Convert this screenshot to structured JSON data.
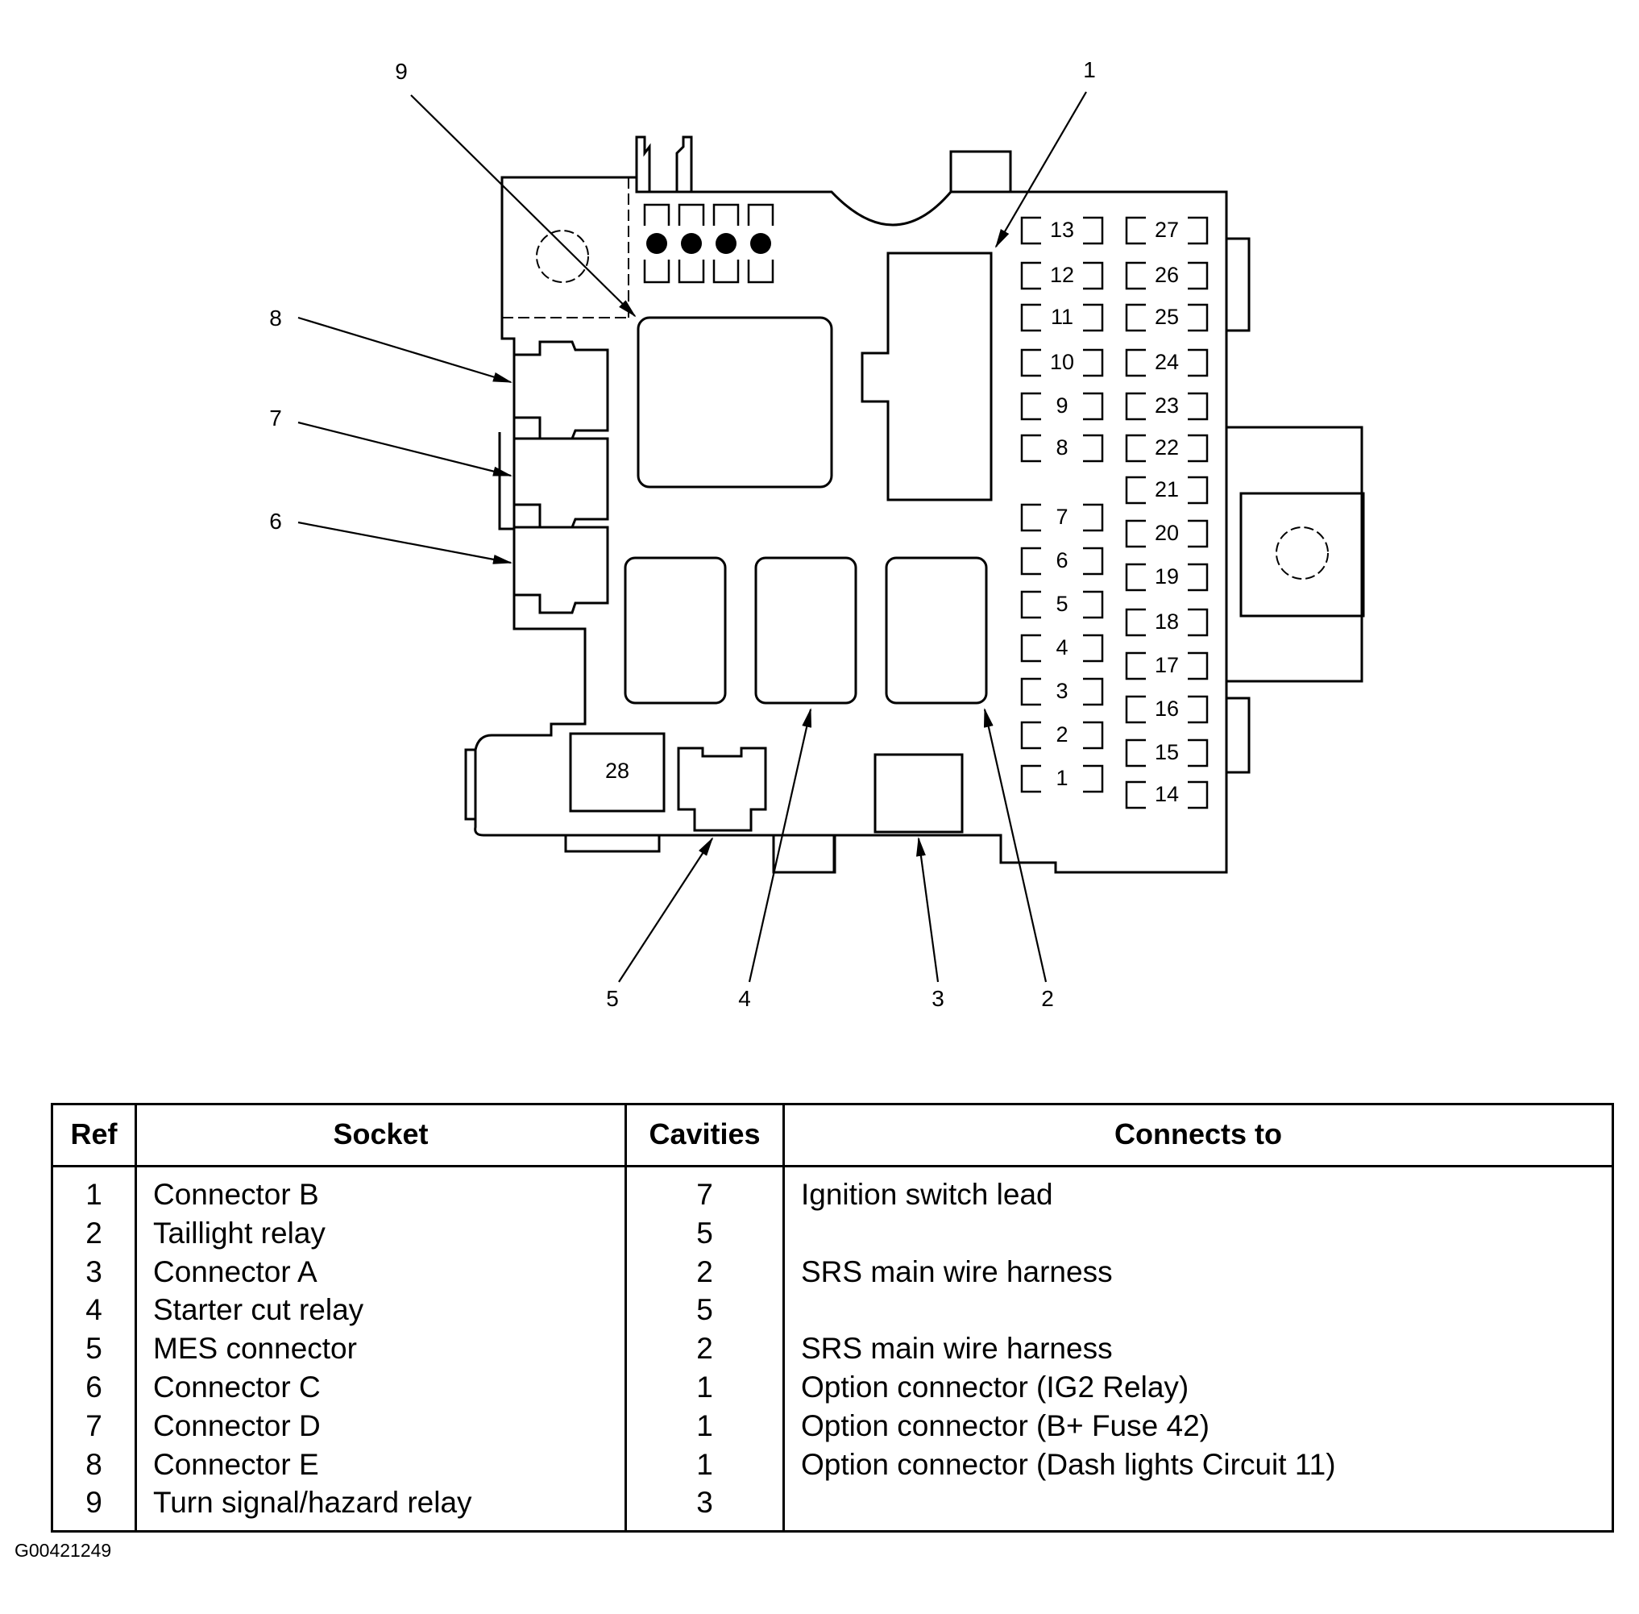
{
  "diagram": {
    "callouts": [
      "1",
      "2",
      "3",
      "4",
      "5",
      "6",
      "7",
      "8",
      "9"
    ],
    "fuses_left": [
      "13",
      "12",
      "11",
      "10",
      "9",
      "8",
      "7",
      "6",
      "5",
      "4",
      "3",
      "2",
      "1"
    ],
    "fuses_right": [
      "27",
      "26",
      "25",
      "24",
      "23",
      "22",
      "21",
      "20",
      "19",
      "18",
      "17",
      "16",
      "15",
      "14"
    ],
    "fuse_28": "28"
  },
  "table": {
    "headers": {
      "ref": "Ref",
      "socket": "Socket",
      "cavities": "Cavities",
      "connects_to": "Connects to"
    },
    "rows": [
      {
        "ref": "1",
        "socket": "Connector B",
        "cavities": "7",
        "connects_to": "Ignition switch lead"
      },
      {
        "ref": "2",
        "socket": "Taillight relay",
        "cavities": "5",
        "connects_to": ""
      },
      {
        "ref": "3",
        "socket": "Connector A",
        "cavities": "2",
        "connects_to": "SRS main wire harness"
      },
      {
        "ref": "4",
        "socket": "Starter cut relay",
        "cavities": "5",
        "connects_to": ""
      },
      {
        "ref": "5",
        "socket": "MES connector",
        "cavities": "2",
        "connects_to": "SRS main wire harness"
      },
      {
        "ref": "6",
        "socket": "Connector C",
        "cavities": "1",
        "connects_to": "Option connector (IG2 Relay)"
      },
      {
        "ref": "7",
        "socket": "Connector D",
        "cavities": "1",
        "connects_to": "Option connector (B+ Fuse 42)"
      },
      {
        "ref": "8",
        "socket": "Connector E",
        "cavities": "1",
        "connects_to": "Option connector (Dash lights Circuit 11)"
      },
      {
        "ref": "9",
        "socket": "Turn signal/hazard relay",
        "cavities": "3",
        "connects_to": ""
      }
    ]
  },
  "figure_id": "G00421249"
}
